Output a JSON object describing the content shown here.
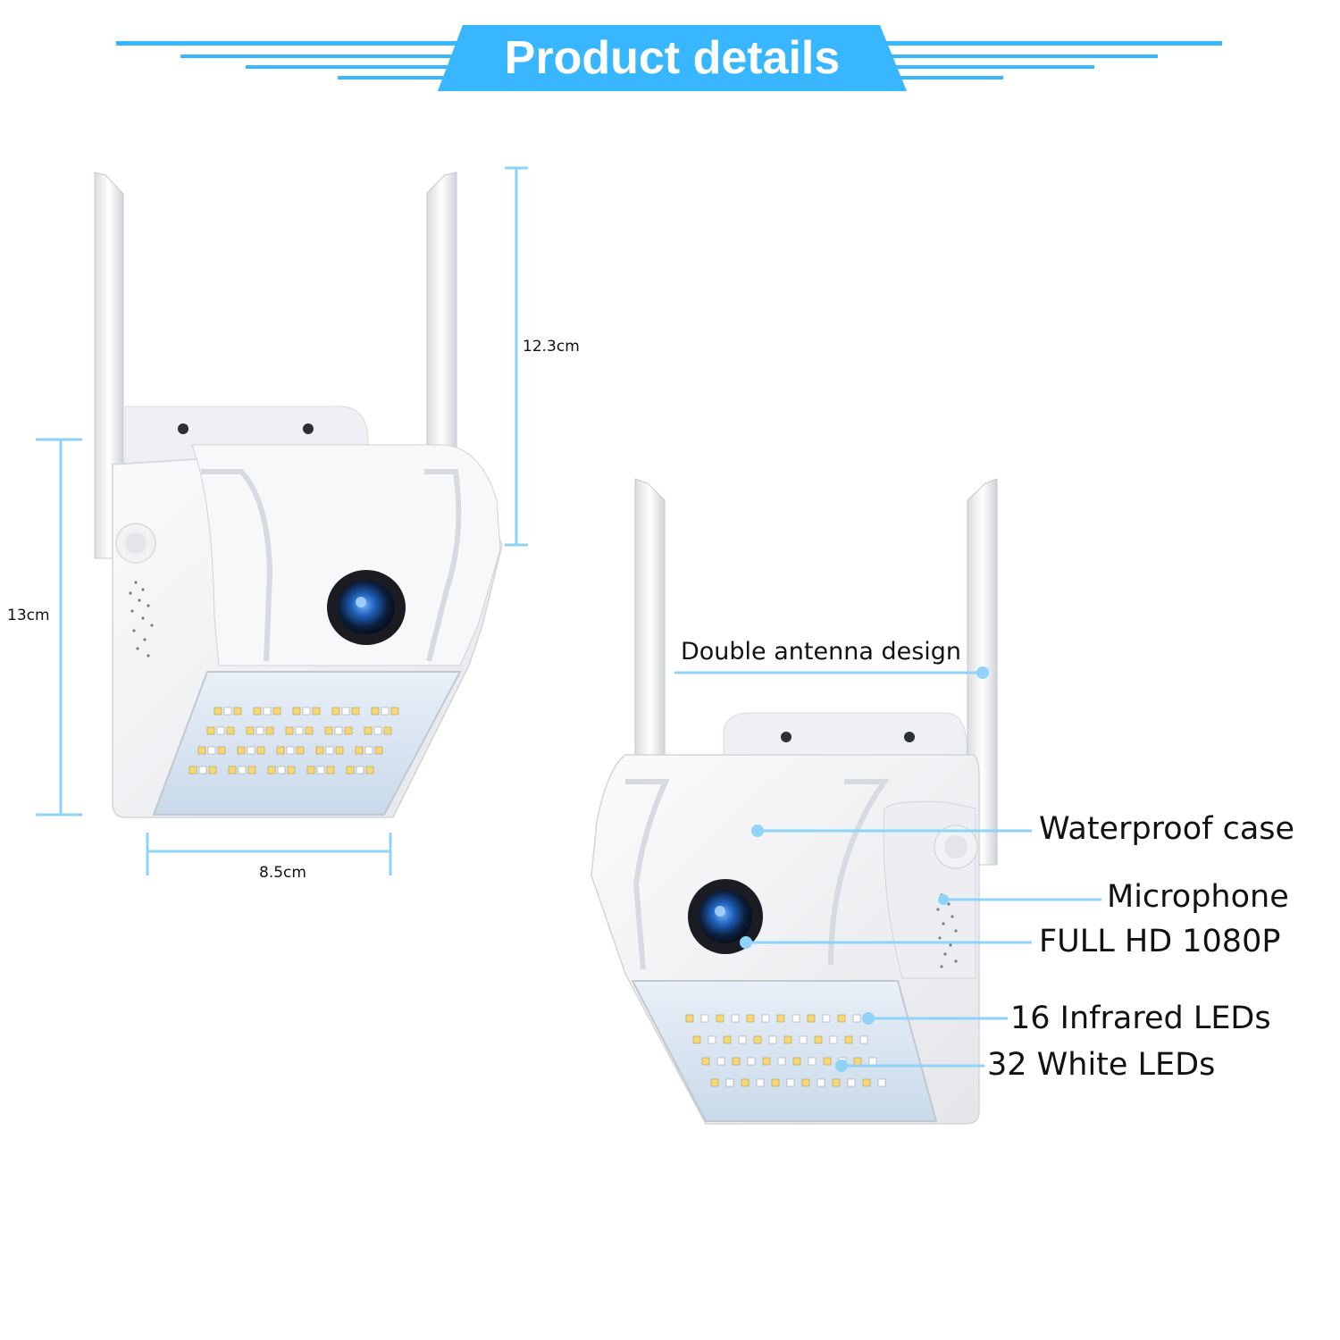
{
  "header": {
    "title": "Product details"
  },
  "dimensions": {
    "antenna_height": "12.3cm",
    "body_height": "13cm",
    "body_width": "8.5cm"
  },
  "features": {
    "antenna": "Double antenna design",
    "case": "Waterproof case",
    "microphone": "Microphone",
    "resolution": "FULL HD 1080P",
    "infrared": "16 Infrared LEDs",
    "white": "32 White LEDs"
  },
  "colors": {
    "accent": "#38b6ff",
    "callout_line": "#8fd3f8",
    "camera_body": "#f4f5f7",
    "led_panel": "#cfe0f0"
  }
}
